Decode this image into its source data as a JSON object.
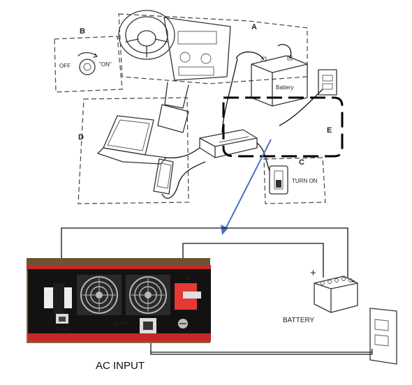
{
  "labels": {
    "a": "A",
    "b": "B",
    "c": "C",
    "d": "D",
    "e": "E",
    "off": "OFF",
    "on": "\"ON\"",
    "turn_on": "TURN ON",
    "battery_top": "Battery",
    "battery_bottom": "BATTERY",
    "plus": "+",
    "minus": "-",
    "shunt": "SHUNT",
    "ac_input_panel": "AC INPUT",
    "ac_input_caption": "AC INPUT"
  },
  "colors": {
    "arrow": "#4a72c4",
    "inverter_body": "#121212",
    "inverter_frame": "#c62828",
    "terminal_red": "#e53935",
    "fan_metal": "#b8b8b8",
    "wood_background": "#8a6a45"
  }
}
